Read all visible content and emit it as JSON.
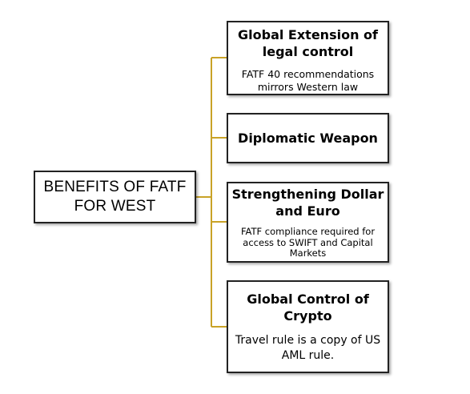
{
  "colors": {
    "connector": "#C9A227",
    "box_border": "#222222"
  },
  "root": {
    "label": "BENEFITS OF FATF FOR WEST"
  },
  "nodes": [
    {
      "title": "Global Extension of legal control",
      "description": "FATF 40 recommendations mirrors Western law"
    },
    {
      "title": "Diplomatic Weapon",
      "description": ""
    },
    {
      "title": "Strengthening Dollar and Euro",
      "description": "FATF compliance required for access to  SWIFT and Capital Markets"
    },
    {
      "title": "Global Control of Crypto",
      "description": "Travel rule is a copy of US AML rule."
    }
  ]
}
